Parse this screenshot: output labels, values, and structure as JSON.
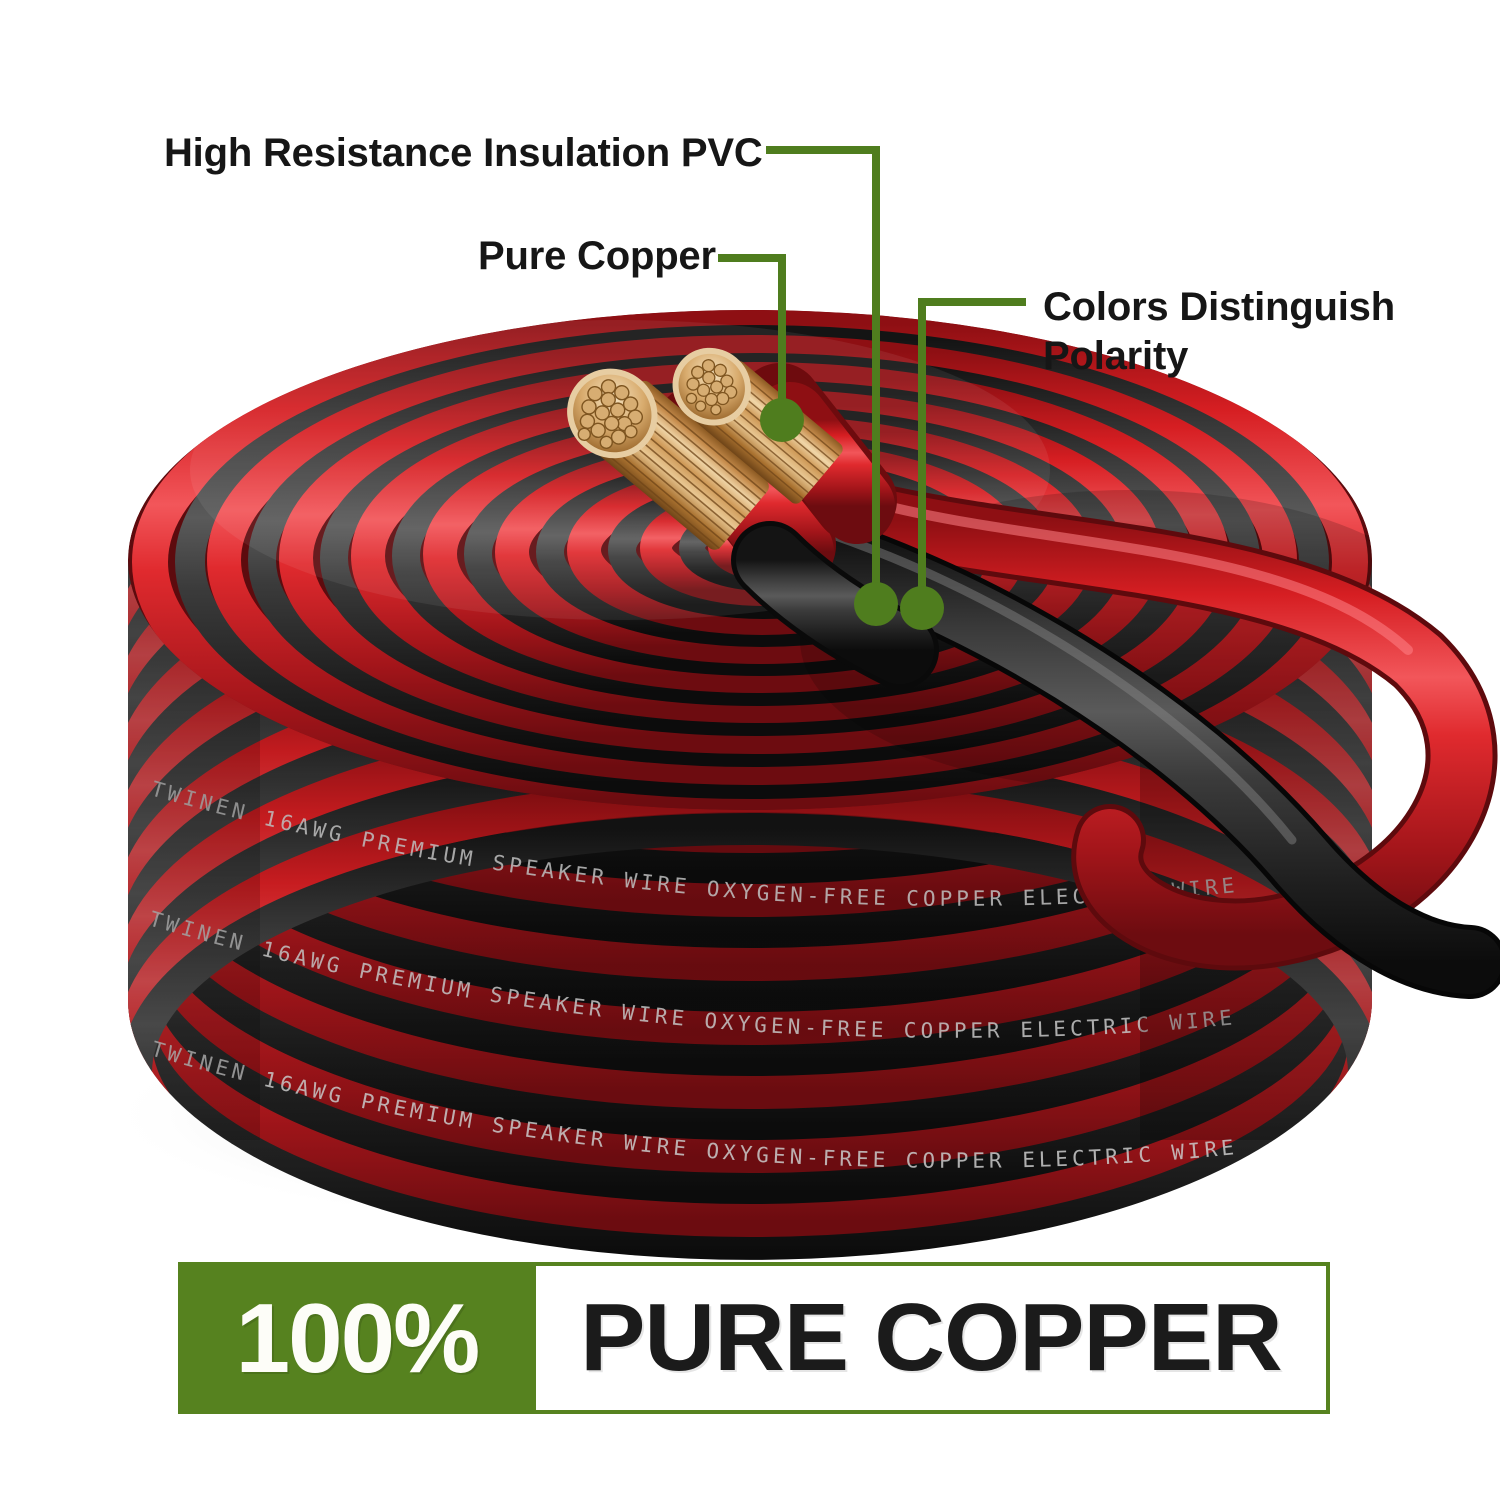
{
  "page": {
    "background_color": "#ffffff",
    "accent_green": "#56821f",
    "text_color": "#161616"
  },
  "callouts": [
    {
      "id": "insulation",
      "label": "High Resistance Insulation PVC",
      "leader_color": "#4f7d1e",
      "marker": "green-dot-marker"
    },
    {
      "id": "copper",
      "label": "Pure Copper",
      "leader_color": "#4f7d1e",
      "marker": "green-dot-marker"
    },
    {
      "id": "polarity",
      "label": "Colors Distinguish\nPolarity",
      "leader_color": "#4f7d1e",
      "marker": "green-dot-marker"
    }
  ],
  "product": {
    "name": "coiled-two-conductor-speaker-wire",
    "conductor_colors": [
      "#d81f22",
      "#2b2b2b"
    ],
    "copper_color": "#c08b4a",
    "printed_text": "TWINEN 16AWG PREMIUM SPEAKER WIRE OXYGEN-FREE COPPER ELECTRIC WIRE",
    "shadow": "soft-gray-floor-shadow"
  },
  "banner": {
    "badge_text": "100%",
    "badge_bg": "#56821f",
    "badge_text_color": "#fdfdf8",
    "headline": "PURE COPPER",
    "headline_color": "#1b1b1b",
    "border_color": "#56821f",
    "panel_bg": "#ffffff"
  }
}
